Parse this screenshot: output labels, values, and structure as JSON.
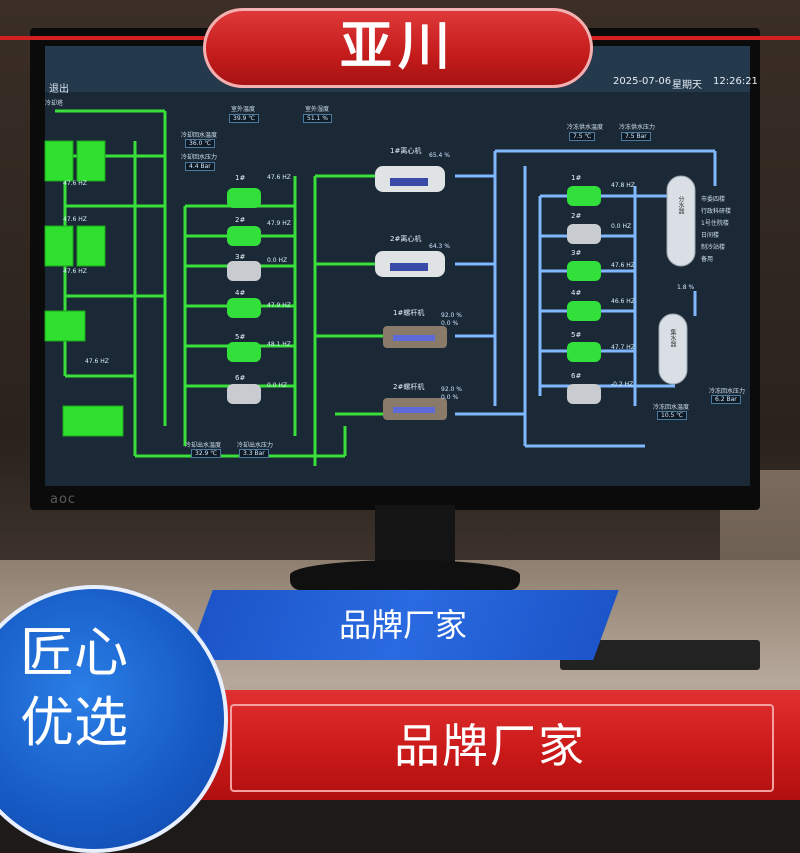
{
  "banner": {
    "title": "亚川"
  },
  "ribbon": {
    "label": "品牌厂家"
  },
  "bottom_bar": {
    "label": "品牌厂家"
  },
  "badge": {
    "line1": "匠心",
    "line2": "优选"
  },
  "screen": {
    "header": {
      "exit_label": "退出",
      "date": "2025-07-06",
      "weekday": "星期天",
      "time": "12:26:21"
    },
    "cooling_tower": {
      "label": "冷却塔",
      "freq_labels": [
        "47.6 HZ",
        "47.6 HZ",
        "47.6 HZ",
        "47.6 HZ"
      ]
    },
    "readouts": {
      "outdoor_temp_label": "室外温度",
      "outdoor_temp": "39.9 ℃",
      "outdoor_humidity_label": "室外湿度",
      "outdoor_humidity": "51.1 %",
      "cw_return_temp_label": "冷却回水温度",
      "cw_return_temp": "36.0 ℃",
      "cw_return_pressure_label": "冷却回水压力",
      "cw_return_pressure": "4.4 Bar",
      "cw_supply_temp_label": "冷却出水温度",
      "cw_supply_temp": "32.9 ℃",
      "cw_supply_pressure_label": "冷却出水压力",
      "cw_supply_pressure": "3.3 Bar",
      "chw_supply_temp_label": "冷冻供水温度",
      "chw_supply_temp": "7.5 ℃",
      "chw_supply_pressure_label": "冷冻供水压力",
      "chw_supply_pressure": "7.5 Bar",
      "chw_return_temp_label": "冷冻回水温度",
      "chw_return_temp": "10.5 ℃",
      "chw_return_pressure_label": "冷冻回水压力",
      "chw_return_pressure": "6.2 Bar"
    },
    "cooling_pumps": [
      {
        "name": "1#",
        "freq": "47.6 HZ"
      },
      {
        "name": "2#",
        "freq": "47.9 HZ"
      },
      {
        "name": "3#",
        "freq": "0.0 HZ"
      },
      {
        "name": "4#",
        "freq": "47.9 HZ"
      },
      {
        "name": "5#",
        "freq": "48.1 HZ"
      },
      {
        "name": "6#",
        "freq": "0.0 HZ"
      }
    ],
    "chillers": [
      {
        "name": "1#离心机",
        "pct": "65.4 %"
      },
      {
        "name": "2#离心机",
        "pct": "64.3 %"
      },
      {
        "name": "1#螺杆机",
        "pct": "92.0 %",
        "pct2": "0.0 %"
      },
      {
        "name": "2#螺杆机",
        "pct": "92.0 %",
        "pct2": "0.0 %"
      }
    ],
    "chilled_pumps": [
      {
        "name": "1#",
        "freq": "47.8 HZ"
      },
      {
        "name": "2#",
        "freq": "0.0 HZ"
      },
      {
        "name": "3#",
        "freq": "47.6 HZ"
      },
      {
        "name": "4#",
        "freq": "46.6 HZ"
      },
      {
        "name": "5#",
        "freq": "47.7 HZ"
      },
      {
        "name": "6#",
        "freq": "-0.2 HZ"
      }
    ],
    "supply_header": {
      "label": "分水器",
      "branches": [
        "市委四楼",
        "行政科研楼",
        "1号住院楼",
        "日间楼",
        "制冷站楼",
        "备用"
      ]
    },
    "return_header": {
      "label": "集水器",
      "bypass": "1.8 %"
    }
  },
  "monitor_brand": "aoc",
  "colors": {
    "banner_red": "#c81818",
    "ribbon_blue": "#1c55c9",
    "pipe_green": "#39e03a",
    "pipe_blue": "#7fb8ff"
  }
}
